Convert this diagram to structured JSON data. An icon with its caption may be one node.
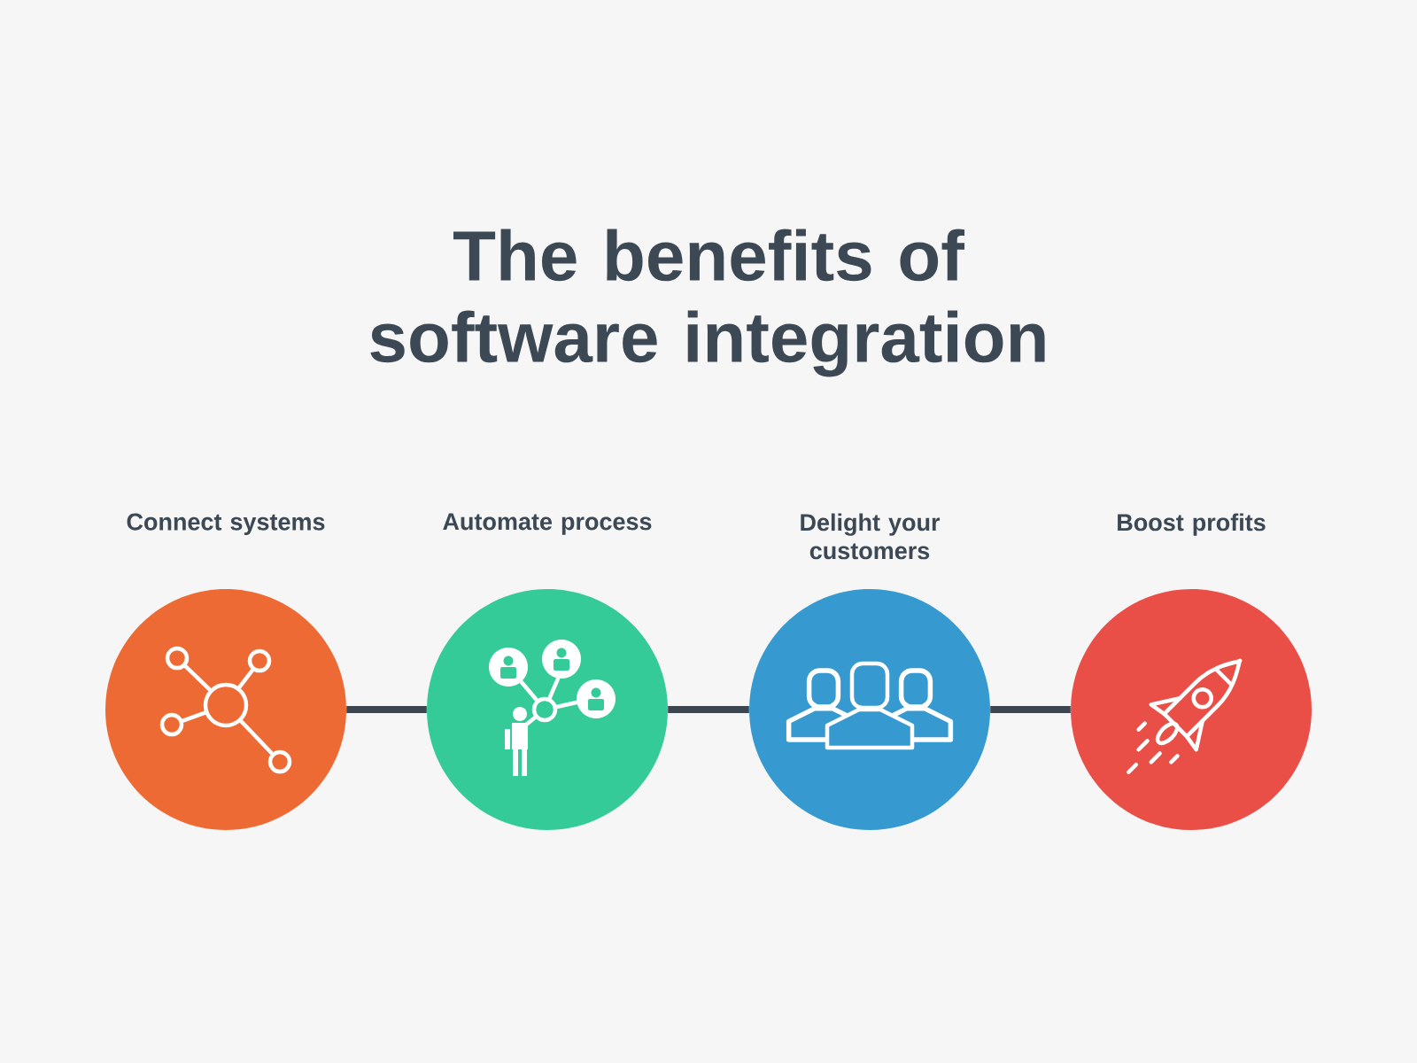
{
  "diagram": {
    "title": "The benefits of software integration",
    "nodes": [
      {
        "text": [
          "Connect systems"
        ]
      },
      {
        "text": [
          "Automate process"
        ]
      },
      {
        "text": [
          "Delight your customers"
        ]
      },
      {
        "text": [
          "Boost profits"
        ]
      }
    ],
    "edges": [
      {
        "from": 0,
        "to": 1,
        "arrow": "none"
      },
      {
        "from": 1,
        "to": 2,
        "arrow": "none"
      },
      {
        "from": 2,
        "to": 3,
        "arrow": "none"
      }
    ]
  }
}
